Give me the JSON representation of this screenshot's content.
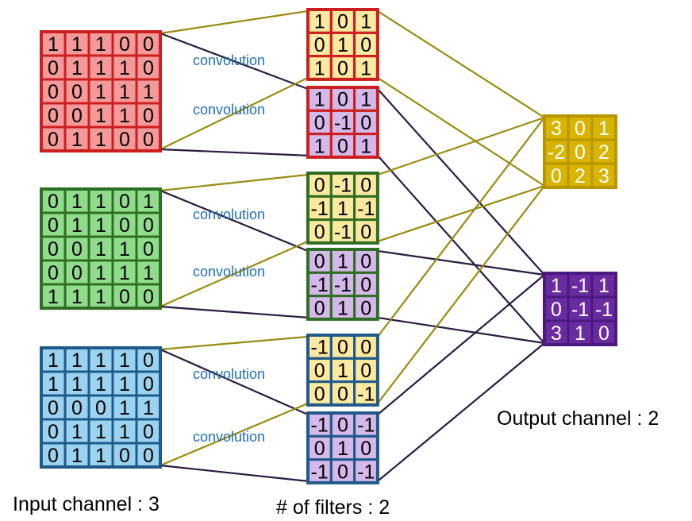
{
  "colors": {
    "input_lines": "#2a1a40",
    "filter_lines_yellow": "#9a8a10",
    "filter_lines_purple": "#2a1a40"
  },
  "inputs": [
    {
      "name": "red",
      "fill": "#f59a9a",
      "stroke": "#cc1f1f",
      "text": "#000000",
      "rows": [
        [
          "1",
          "1",
          "1",
          "0",
          "0"
        ],
        [
          "0",
          "1",
          "1",
          "1",
          "0"
        ],
        [
          "0",
          "0",
          "1",
          "1",
          "1"
        ],
        [
          "0",
          "0",
          "1",
          "1",
          "0"
        ],
        [
          "0",
          "1",
          "1",
          "0",
          "0"
        ]
      ]
    },
    {
      "name": "green",
      "fill": "#90dc8c",
      "stroke": "#2f6f24",
      "text": "#000000",
      "rows": [
        [
          "0",
          "1",
          "1",
          "0",
          "1"
        ],
        [
          "0",
          "1",
          "1",
          "0",
          "0"
        ],
        [
          "0",
          "0",
          "1",
          "1",
          "0"
        ],
        [
          "0",
          "0",
          "1",
          "1",
          "1"
        ],
        [
          "1",
          "1",
          "1",
          "0",
          "0"
        ]
      ]
    },
    {
      "name": "blue",
      "fill": "#9bd2f0",
      "stroke": "#1f5a8a",
      "text": "#000000",
      "rows": [
        [
          "1",
          "1",
          "1",
          "1",
          "0"
        ],
        [
          "1",
          "1",
          "1",
          "1",
          "0"
        ],
        [
          "0",
          "0",
          "0",
          "1",
          "1"
        ],
        [
          "0",
          "1",
          "1",
          "1",
          "0"
        ],
        [
          "0",
          "1",
          "1",
          "0",
          "0"
        ]
      ]
    }
  ],
  "filters": [
    {
      "fill": "#fde9a0",
      "stroke": "#cc1f1f",
      "text": "#000000",
      "rows": [
        [
          "1",
          "0",
          "1"
        ],
        [
          "0",
          "1",
          "0"
        ],
        [
          "1",
          "0",
          "1"
        ]
      ]
    },
    {
      "fill": "#d5b8ea",
      "stroke": "#cc1f1f",
      "text": "#000000",
      "rows": [
        [
          "1",
          "0",
          "1"
        ],
        [
          "0",
          "-1",
          "0"
        ],
        [
          "1",
          "0",
          "1"
        ]
      ]
    },
    {
      "fill": "#fde9a0",
      "stroke": "#2f6f24",
      "text": "#000000",
      "rows": [
        [
          "0",
          "-1",
          "0"
        ],
        [
          "-1",
          "1",
          "-1"
        ],
        [
          "0",
          "-1",
          "0"
        ]
      ]
    },
    {
      "fill": "#d5b8ea",
      "stroke": "#2f6f24",
      "text": "#000000",
      "rows": [
        [
          "0",
          "1",
          "0"
        ],
        [
          "-1",
          "-1",
          "0"
        ],
        [
          "0",
          "1",
          "0"
        ]
      ]
    },
    {
      "fill": "#fde9a0",
      "stroke": "#1f5a8a",
      "text": "#000000",
      "rows": [
        [
          "-1",
          "0",
          "0"
        ],
        [
          "0",
          "1",
          "0"
        ],
        [
          "0",
          "0",
          "-1"
        ]
      ]
    },
    {
      "fill": "#d5b8ea",
      "stroke": "#1f5a8a",
      "text": "#000000",
      "rows": [
        [
          "-1",
          "0",
          "-1"
        ],
        [
          "0",
          "1",
          "0"
        ],
        [
          "-1",
          "0",
          "-1"
        ]
      ]
    }
  ],
  "outputs": [
    {
      "fill": "#d8b400",
      "stroke": "#b89600",
      "text": "#ffffff",
      "rows": [
        [
          "3",
          "0",
          "1"
        ],
        [
          "-2",
          "0",
          "2"
        ],
        [
          "0",
          "2",
          "3"
        ]
      ]
    },
    {
      "fill": "#6a2aa0",
      "stroke": "#4a1a80",
      "text": "#ffffff",
      "rows": [
        [
          "1",
          "-1",
          "1"
        ],
        [
          "0",
          "-1",
          "-1"
        ],
        [
          "3",
          "1",
          "0"
        ]
      ]
    }
  ],
  "conv_label": "convolution",
  "captions": {
    "input": "Input channel : 3",
    "filters": "# of filters : 2",
    "output": "Output channel : 2"
  }
}
